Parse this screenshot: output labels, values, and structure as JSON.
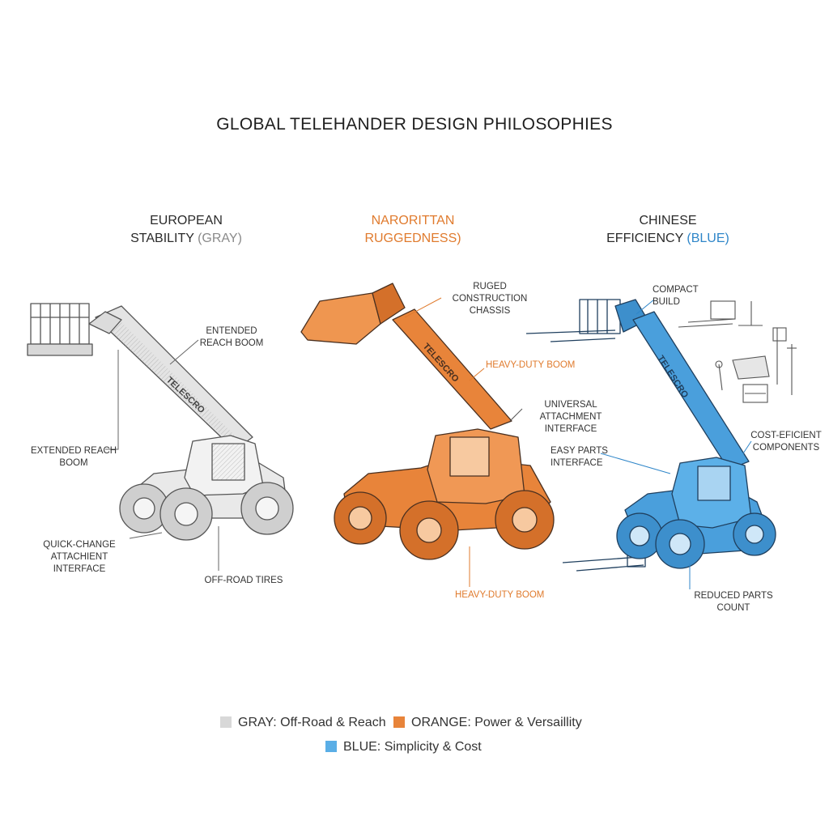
{
  "title": "GLOBAL TELEHANDER DESIGN PHILOSOPHIES",
  "colors": {
    "gray": "#c9c9c9",
    "orange": "#e8843a",
    "blue": "#4a9fdc",
    "ink": "#333333"
  },
  "columns": [
    {
      "heading_line1": "EUROPEAN",
      "heading_word": "STABILITY",
      "heading_color_tag": "(GRAY)"
    },
    {
      "heading_line1": "NARORITTAN",
      "heading_line2": "RUGGEDNESS)"
    },
    {
      "heading_line1": "CHINESE",
      "heading_word": "EFFICIENCY",
      "heading_color_tag": "(BLUE)"
    }
  ],
  "boom_brand": "TELESCRO",
  "labels": {
    "eu_extended_boom_top": "ENTENDED REACH BOOM",
    "eu_extended_boom_left": "EXTENDED REACH BOOM",
    "eu_quick_change": "QUICK-CHANGE ATTACHIENT INTERFACE",
    "eu_tires": "OFF-ROAD TIRES",
    "na_chassis": "RUGED CONSTRUCTION CHASSIS",
    "na_boom_mid": "HEAVY-DUTY BOOM",
    "na_universal": "UNIVERSAL ATTACHMENT INTERFACE",
    "na_boom_bottom": "HEAVY-DUTY BOOM",
    "cn_compact": "COMPACT BUILD",
    "cn_easy_parts": "EASY PARTS INTERFACE",
    "cn_cost": "COST-EFICIENT COMPONENTS",
    "cn_reduced": "REDUCED PARTS COUNT"
  },
  "legend": [
    {
      "label": "GRAY: Off-Road & Reach",
      "color": "#d8d8d8"
    },
    {
      "label": "ORANGE: Power & Versaillity",
      "color": "#e8843a"
    },
    {
      "label": "BLUE: Simplicity & Cost",
      "color": "#5aaee6"
    }
  ]
}
